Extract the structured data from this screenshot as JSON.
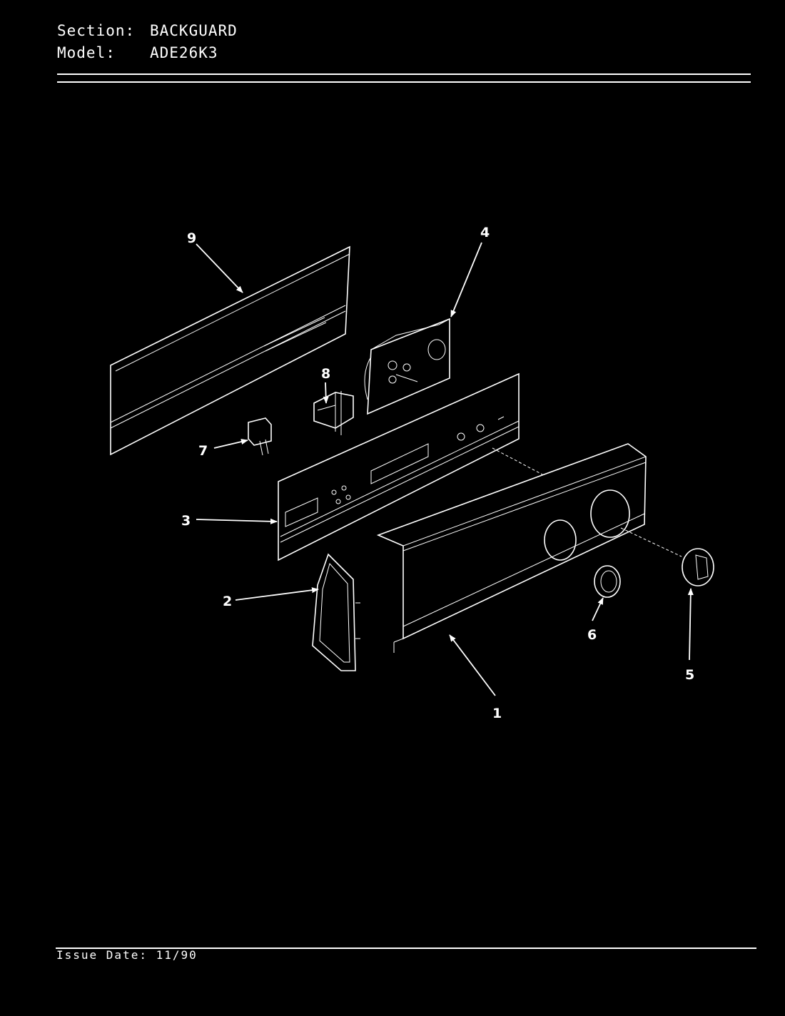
{
  "header": {
    "section_label": "Section:",
    "section_value": "BACKGUARD",
    "model_label": "Model:",
    "model_value": "ADE26K3"
  },
  "diagram": {
    "callouts": [
      "1",
      "2",
      "3",
      "4",
      "5",
      "6",
      "7",
      "8",
      "9"
    ]
  },
  "footer": {
    "issue_date": "Issue Date: 11/90"
  }
}
